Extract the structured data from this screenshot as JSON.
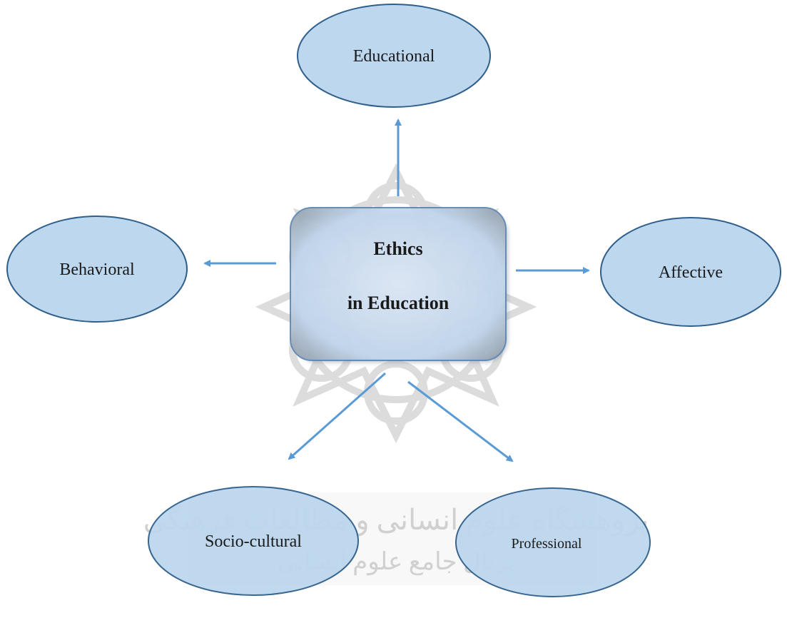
{
  "center": {
    "line1": "Ethics",
    "line2": "in Education"
  },
  "nodes": {
    "educational": "Educational",
    "behavioral": "Behavioral",
    "affective": "Affective",
    "socio_cultural": "Socio-cultural",
    "professional": "Professional"
  },
  "watermark": {
    "line1": "پژوهشگاه علوم انسانی و مطالعات فرهنگی",
    "line2": "پرتال جامع علوم انسانی"
  },
  "colors": {
    "node_fill": "#bdd7ee",
    "node_stroke": "#2f5f8a",
    "arrow": "#5b9bd5",
    "center_fill": "#c6d9ef",
    "watermark": "#d9d9d9"
  }
}
